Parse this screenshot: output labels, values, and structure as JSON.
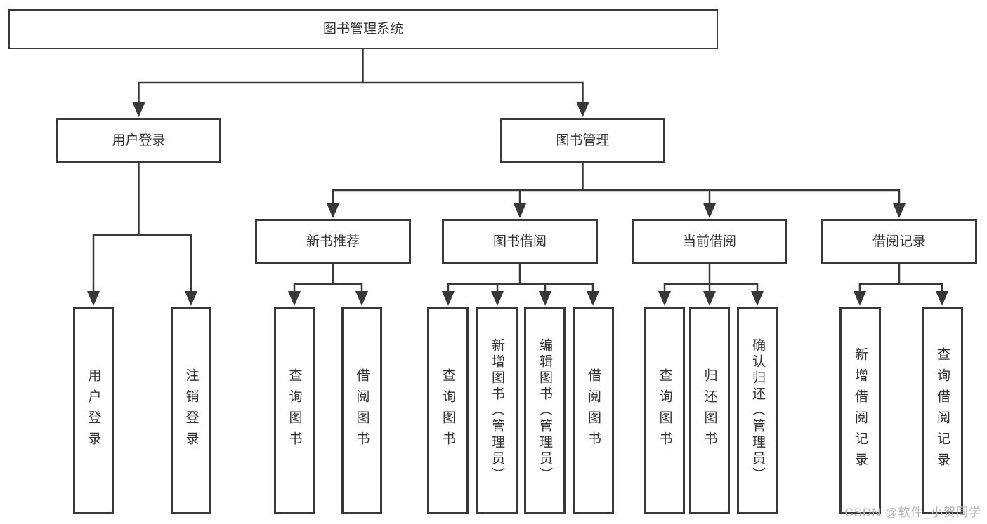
{
  "diagram": {
    "root": {
      "label": "图书管理系统"
    },
    "level2": [
      {
        "label": "用户登录",
        "children": [
          {
            "label": "用户登录"
          },
          {
            "label": "注销登录"
          }
        ]
      },
      {
        "label": "图书管理",
        "children": [
          {
            "label": "新书推荐",
            "children": [
              {
                "label": "查询图书"
              },
              {
                "label": "借阅图书"
              }
            ]
          },
          {
            "label": "图书借阅",
            "children": [
              {
                "label": "查询图书"
              },
              {
                "label": "新增图书（管理员）"
              },
              {
                "label": "编辑图书（管理员）"
              },
              {
                "label": "借阅图书"
              }
            ]
          },
          {
            "label": "当前借阅",
            "children": [
              {
                "label": "查询图书"
              },
              {
                "label": "归还图书"
              },
              {
                "label": "确认归还（管理员）"
              }
            ]
          },
          {
            "label": "借阅记录",
            "children": [
              {
                "label": "新增借阅记录"
              },
              {
                "label": "查询借阅记录"
              }
            ]
          }
        ]
      }
    ],
    "watermark": "CSDN @软件_小贺同学",
    "colors": {
      "line": "#383838",
      "text": "#333333",
      "watermark": "#b5b5b5",
      "background": "#ffffff"
    }
  }
}
